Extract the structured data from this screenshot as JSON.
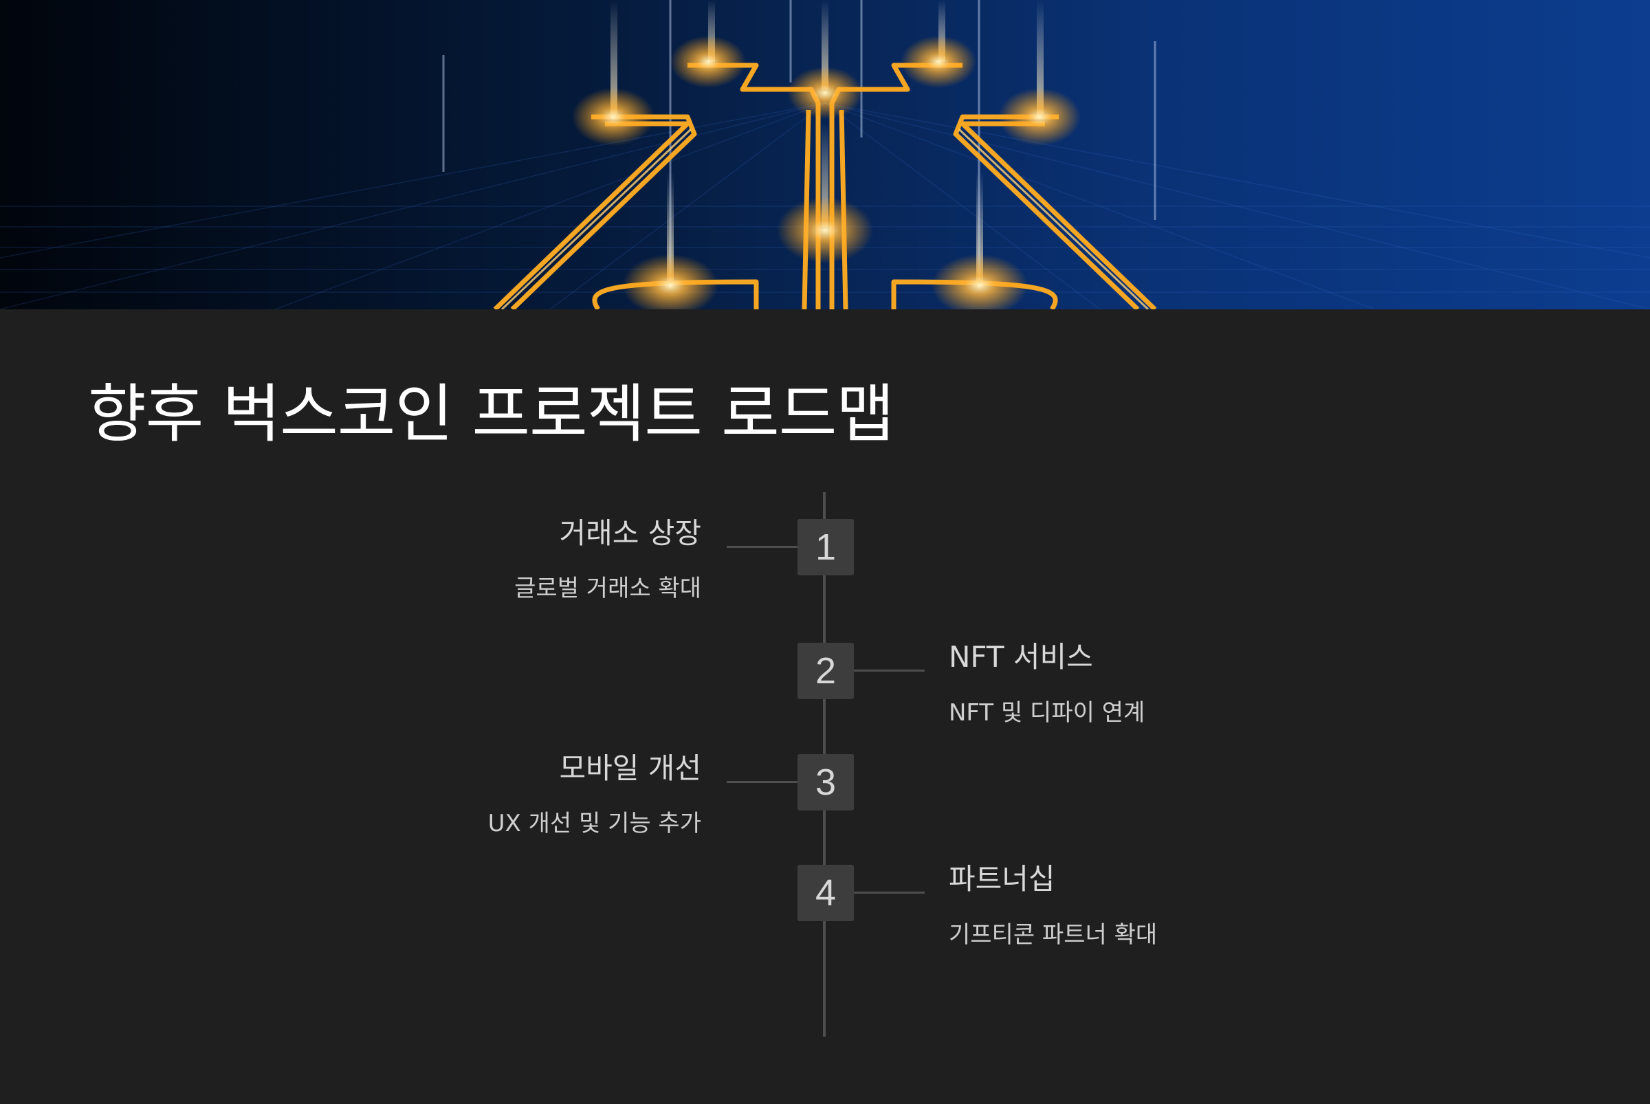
{
  "header": {
    "title": "향후 벅스코인 프로젝트 로드맵"
  },
  "roadmap": {
    "steps": [
      {
        "number": "1",
        "title": "거래소 상장",
        "description": "글로벌 거래소 확대",
        "side": "left"
      },
      {
        "number": "2",
        "title": "NFT 서비스",
        "description": "NFT 및 디파이 연계",
        "side": "right"
      },
      {
        "number": "3",
        "title": "모바일 개선",
        "description": "UX 개선 및 기능 추가",
        "side": "left"
      },
      {
        "number": "4",
        "title": "파트너십",
        "description": "기프티콘 파트너 확대",
        "side": "right"
      }
    ]
  },
  "colors": {
    "background": "#1f1f1f",
    "hero_dark": "#020a18",
    "hero_blue": "#0a3a8a",
    "circuit_gold": "#f5a623",
    "spine": "#4e4e4e",
    "step_box": "#3d3d3d"
  },
  "icons": {
    "hero": "golden-circuit-board-illustration"
  }
}
